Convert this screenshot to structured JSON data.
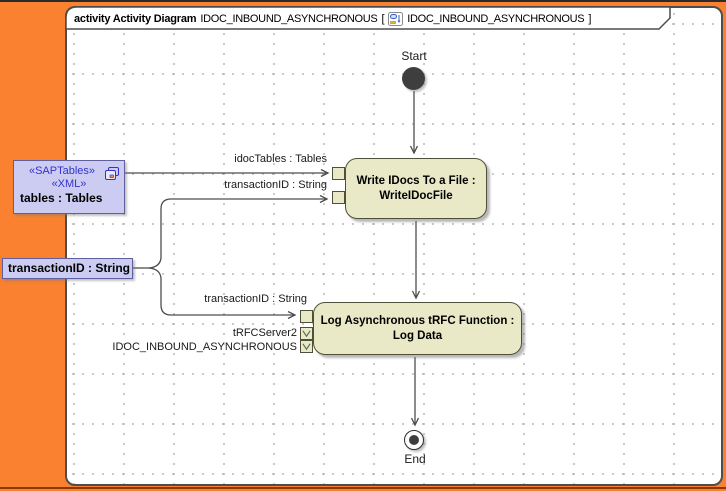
{
  "header": {
    "keyword": "activity Activity Diagram",
    "diagram_name": "IDOC_INBOUND_ASYNCHRONOUS",
    "open_bracket": "[",
    "context_name": "IDOC_INBOUND_ASYNCHRONOUS",
    "close_bracket": "]",
    "icon": "activity-diagram-icon"
  },
  "nodes": {
    "start_label": "Start",
    "end_label": "End"
  },
  "actions": [
    {
      "line1": "Write IDocs To a File :",
      "line2": "WriteIDocFile"
    },
    {
      "line1": "Log Asynchronous tRFC Function :",
      "line2": "Log Data"
    }
  ],
  "object_nodes": {
    "sap_tables": {
      "stereotype1": "«SAPTables»",
      "stereotype2": "«XML»",
      "name": "tables : Tables",
      "icon": "cascade-icon"
    },
    "transaction_id": {
      "name": "transactionID : String"
    }
  },
  "flow_labels": {
    "idoc_tables": "idocTables : Tables",
    "transaction_to_write": "transactionID : String",
    "transaction_to_log": "transactionID : String",
    "trfc_server": "tRFCServer2",
    "idoc_inbound": "IDOC_INBOUND_ASYNCHRONOUS"
  },
  "colors": {
    "canvas_orange": "#f9812f",
    "action_fill": "#e9e9c8",
    "object_fill": "#ccccf2",
    "stereotype_blue": "#3333cc",
    "connector": "#4d4d4d"
  }
}
